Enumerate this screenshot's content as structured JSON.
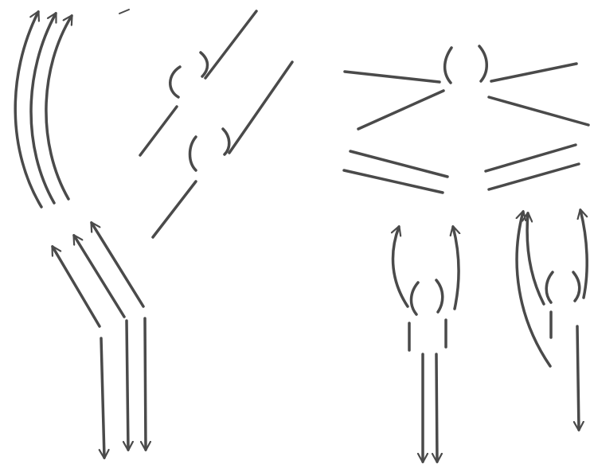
{
  "drawing": {
    "colors": {
      "background": "#ffffff",
      "ink": "#4a4a4a"
    },
    "figures": [
      {
        "id": "curved-arrows",
        "kind": "three curved arrows pointing up"
      },
      {
        "id": "diagonal-arrows",
        "kind": "three diagonal arrows pointing up-left"
      },
      {
        "id": "down-arrows",
        "kind": "three vertical arrows pointing down"
      },
      {
        "id": "diagonal-breaks",
        "kind": "two diagonal lines with bracket breaks"
      },
      {
        "id": "x-lines",
        "kind": "converging lines with bracket breaks"
      },
      {
        "id": "parallel-pairs",
        "kind": "two pairs of parallel lines"
      },
      {
        "id": "arch-arrows-left",
        "kind": "two arching up arrows with brackets"
      },
      {
        "id": "down-arrows-pair",
        "kind": "two vertical arrows pointing down"
      },
      {
        "id": "arch-arrows-right",
        "kind": "curved up arrows with brackets and a down arrow"
      }
    ]
  }
}
